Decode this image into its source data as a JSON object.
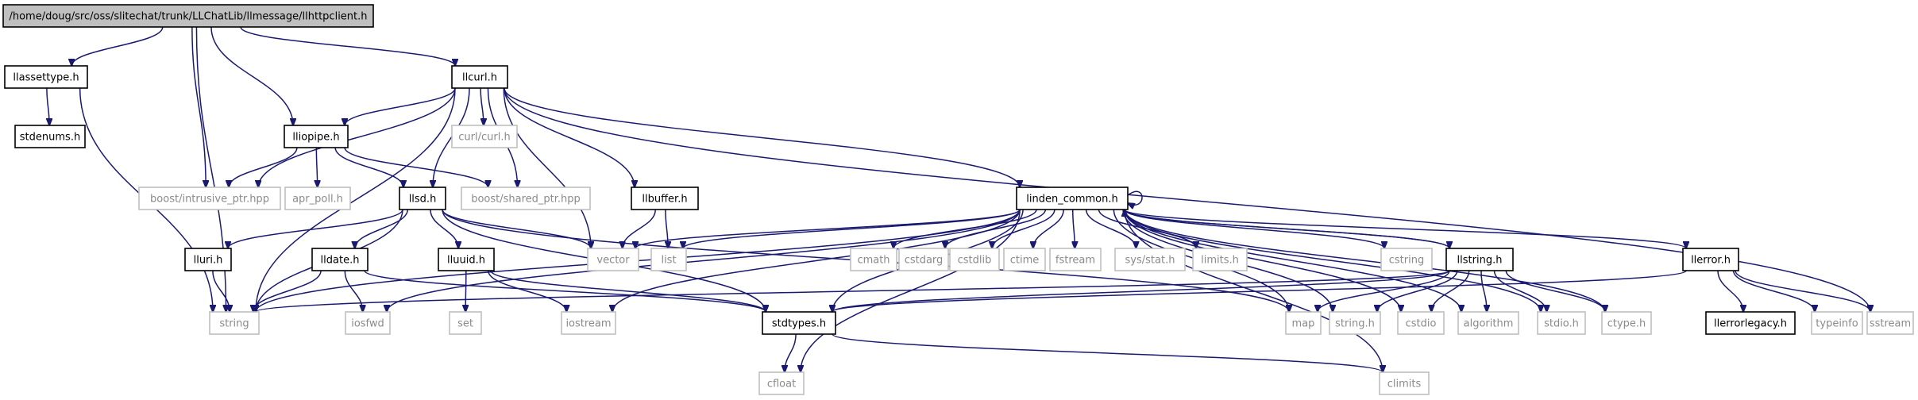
{
  "graph": {
    "nodes": [
      {
        "id": "root",
        "label": "/home/doug/src/oss/slitechat/trunk/LLChatLib/llmessage/llhttpclient.h",
        "kind": "root"
      },
      {
        "id": "llassettype",
        "label": "llassettype.h",
        "kind": "file"
      },
      {
        "id": "stdenums",
        "label": "stdenums.h",
        "kind": "file"
      },
      {
        "id": "llcurl",
        "label": "llcurl.h",
        "kind": "file"
      },
      {
        "id": "lliopipe",
        "label": "lliopipe.h",
        "kind": "file"
      },
      {
        "id": "intrusive",
        "label": "boost/intrusive_ptr.hpp",
        "kind": "external"
      },
      {
        "id": "aprpoll",
        "label": "apr_poll.h",
        "kind": "external"
      },
      {
        "id": "curl",
        "label": "curl/curl.h",
        "kind": "external"
      },
      {
        "id": "shared",
        "label": "boost/shared_ptr.hpp",
        "kind": "external"
      },
      {
        "id": "llsd",
        "label": "llsd.h",
        "kind": "file"
      },
      {
        "id": "llbuffer",
        "label": "llbuffer.h",
        "kind": "file"
      },
      {
        "id": "linden",
        "label": "linden_common.h",
        "kind": "file"
      },
      {
        "id": "lluri",
        "label": "lluri.h",
        "kind": "file"
      },
      {
        "id": "lldate",
        "label": "lldate.h",
        "kind": "file"
      },
      {
        "id": "lluuid",
        "label": "lluuid.h",
        "kind": "file"
      },
      {
        "id": "vector",
        "label": "vector",
        "kind": "external"
      },
      {
        "id": "list",
        "label": "list",
        "kind": "external"
      },
      {
        "id": "cmath",
        "label": "cmath",
        "kind": "external"
      },
      {
        "id": "cstdarg",
        "label": "cstdarg",
        "kind": "external"
      },
      {
        "id": "cstdlib",
        "label": "cstdlib",
        "kind": "external"
      },
      {
        "id": "ctime",
        "label": "ctime",
        "kind": "external"
      },
      {
        "id": "fstream",
        "label": "fstream",
        "kind": "external"
      },
      {
        "id": "sysstat",
        "label": "sys/stat.h",
        "kind": "external"
      },
      {
        "id": "limits",
        "label": "limits.h",
        "kind": "external"
      },
      {
        "id": "cstring",
        "label": "cstring",
        "kind": "external"
      },
      {
        "id": "llstring",
        "label": "llstring.h",
        "kind": "file"
      },
      {
        "id": "llerror",
        "label": "llerror.h",
        "kind": "file"
      },
      {
        "id": "string",
        "label": "string",
        "kind": "external"
      },
      {
        "id": "iosfwd",
        "label": "iosfwd",
        "kind": "external"
      },
      {
        "id": "set",
        "label": "set",
        "kind": "external"
      },
      {
        "id": "iostream",
        "label": "iostream",
        "kind": "external"
      },
      {
        "id": "stdtypes",
        "label": "stdtypes.h",
        "kind": "file"
      },
      {
        "id": "map",
        "label": "map",
        "kind": "external"
      },
      {
        "id": "stringh",
        "label": "string.h",
        "kind": "external"
      },
      {
        "id": "cstdio",
        "label": "cstdio",
        "kind": "external"
      },
      {
        "id": "algorithm",
        "label": "algorithm",
        "kind": "external"
      },
      {
        "id": "stdio",
        "label": "stdio.h",
        "kind": "external"
      },
      {
        "id": "ctype",
        "label": "ctype.h",
        "kind": "external"
      },
      {
        "id": "llerrorlegacy",
        "label": "llerrorlegacy.h",
        "kind": "file"
      },
      {
        "id": "typeinfo",
        "label": "typeinfo",
        "kind": "external"
      },
      {
        "id": "sstream",
        "label": "sstream",
        "kind": "external"
      },
      {
        "id": "cfloat",
        "label": "cfloat",
        "kind": "external"
      },
      {
        "id": "climits",
        "label": "climits",
        "kind": "external"
      }
    ],
    "edges": [
      [
        "root",
        "llassettype"
      ],
      [
        "root",
        "intrusive"
      ],
      [
        "root",
        "string"
      ],
      [
        "root",
        "lliopipe"
      ],
      [
        "root",
        "llcurl"
      ],
      [
        "llassettype",
        "stdenums"
      ],
      [
        "llassettype",
        "string"
      ],
      [
        "llcurl",
        "lliopipe"
      ],
      [
        "llcurl",
        "intrusive"
      ],
      [
        "llcurl",
        "llsd"
      ],
      [
        "llcurl",
        "string"
      ],
      [
        "llcurl",
        "curl"
      ],
      [
        "llcurl",
        "shared"
      ],
      [
        "llcurl",
        "vector"
      ],
      [
        "llcurl",
        "llbuffer"
      ],
      [
        "llcurl",
        "linden"
      ],
      [
        "llcurl",
        "sstream"
      ],
      [
        "lliopipe",
        "intrusive"
      ],
      [
        "lliopipe",
        "aprpoll"
      ],
      [
        "lliopipe",
        "shared"
      ],
      [
        "lliopipe",
        "llsd"
      ],
      [
        "llsd",
        "lluri"
      ],
      [
        "llsd",
        "string"
      ],
      [
        "llsd",
        "lldate"
      ],
      [
        "llsd",
        "lluuid"
      ],
      [
        "llsd",
        "stdtypes"
      ],
      [
        "llsd",
        "vector"
      ],
      [
        "llsd",
        "map"
      ],
      [
        "llbuffer",
        "vector"
      ],
      [
        "llbuffer",
        "list"
      ],
      [
        "linden",
        "linden"
      ],
      [
        "linden",
        "vector"
      ],
      [
        "linden",
        "list"
      ],
      [
        "linden",
        "cmath"
      ],
      [
        "linden",
        "cstdarg"
      ],
      [
        "linden",
        "cstdlib"
      ],
      [
        "linden",
        "ctime"
      ],
      [
        "linden",
        "fstream"
      ],
      [
        "linden",
        "sysstat"
      ],
      [
        "linden",
        "limits"
      ],
      [
        "linden",
        "cstring"
      ],
      [
        "linden",
        "llstring"
      ],
      [
        "linden",
        "llerror"
      ],
      [
        "linden",
        "string"
      ],
      [
        "linden",
        "iosfwd"
      ],
      [
        "linden",
        "iostream"
      ],
      [
        "linden",
        "stdtypes"
      ],
      [
        "linden",
        "map"
      ],
      [
        "linden",
        "stringh"
      ],
      [
        "linden",
        "cstdio"
      ],
      [
        "linden",
        "algorithm"
      ],
      [
        "linden",
        "stdio"
      ],
      [
        "linden",
        "ctype"
      ],
      [
        "linden",
        "cfloat"
      ],
      [
        "linden",
        "climits"
      ],
      [
        "lluri",
        "string"
      ],
      [
        "lldate",
        "string"
      ],
      [
        "lldate",
        "iosfwd"
      ],
      [
        "lldate",
        "stdtypes"
      ],
      [
        "lluuid",
        "set"
      ],
      [
        "lluuid",
        "iostream"
      ],
      [
        "lluuid",
        "stdtypes"
      ],
      [
        "llstring",
        "string"
      ],
      [
        "llstring",
        "map"
      ],
      [
        "llstring",
        "stringh"
      ],
      [
        "llstring",
        "cstdio"
      ],
      [
        "llstring",
        "algorithm"
      ],
      [
        "llstring",
        "stdio"
      ],
      [
        "llstring",
        "ctype"
      ],
      [
        "llstring",
        "stdtypes"
      ],
      [
        "llstring",
        "linden"
      ],
      [
        "llerror",
        "llerrorlegacy"
      ],
      [
        "llerror",
        "typeinfo"
      ],
      [
        "llerror",
        "sstream"
      ],
      [
        "llerror",
        "stdtypes"
      ],
      [
        "stdtypes",
        "cfloat"
      ],
      [
        "stdtypes",
        "climits"
      ]
    ]
  }
}
